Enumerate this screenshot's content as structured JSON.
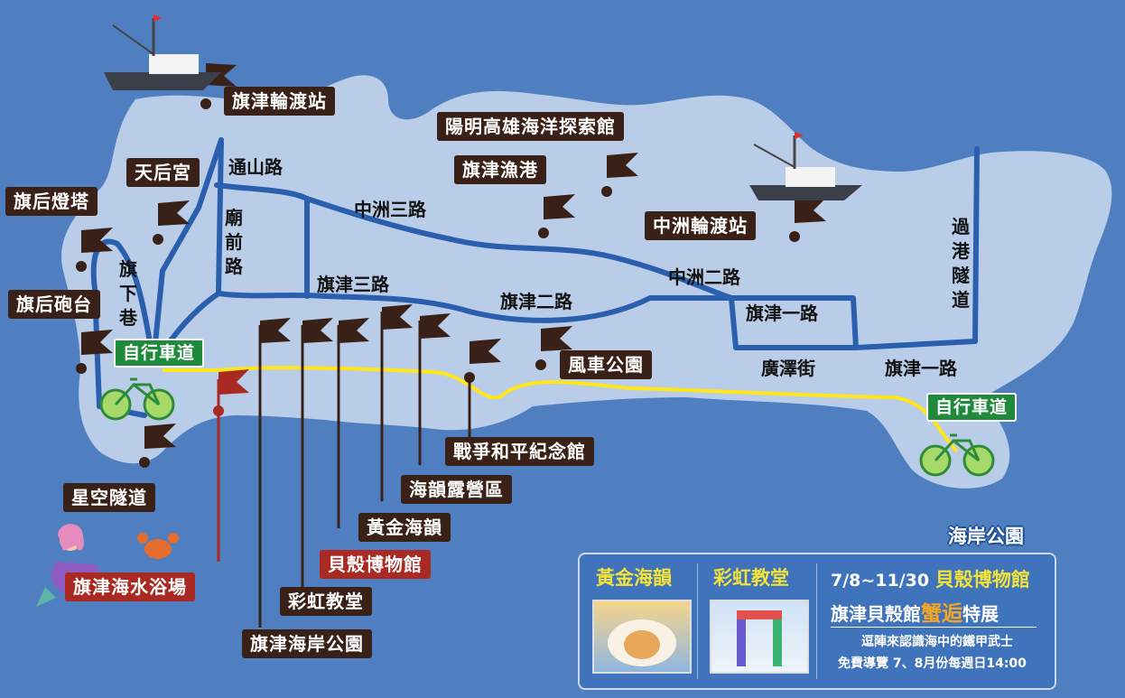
{
  "colors": {
    "sea": "#4f7fc0",
    "land": "#b9cde8",
    "road": "#2a5fae",
    "bike_path": "#ffe619",
    "label_bg": "#3a2117",
    "label_red": "#a92a23",
    "bike_label": "#1f8a3b"
  },
  "places": {
    "ferry_qijin": "旗津輪渡站",
    "yangming": "陽明高雄海洋探索館",
    "tianhou": "天后宮",
    "fishing_port": "旗津漁港",
    "lighthouse": "旗后燈塔",
    "zhongzhou_ferry": "中洲輪渡站",
    "fort": "旗后砲台",
    "windmill": "風車公園",
    "war_memorial": "戰爭和平紀念館",
    "camping": "海韻露營區",
    "golden": "黃金海韻",
    "shell_museum": "貝殼博物館",
    "starry_tunnel": "星空隧道",
    "beach": "旗津海水浴場",
    "rainbow": "彩虹教堂",
    "coast_park": "旗津海岸公園"
  },
  "roads": {
    "tongshan": "通山路",
    "zhongzhou3": "中洲三路",
    "miaoqian": "廟前路",
    "qixia": "旗下巷",
    "qijin3": "旗津三路",
    "qijin2": "旗津二路",
    "zhongzhou2": "中洲二路",
    "qijin1_a": "旗津一路",
    "qijin1_b": "旗津一路",
    "guangze": "廣澤街",
    "tunnel": "過港隧道"
  },
  "bike": {
    "left": "自行車道",
    "right": "自行車道"
  },
  "info": {
    "coast_park_title": "海岸公園",
    "golden_title": "黃金海韻",
    "rainbow_title": "彩虹教堂",
    "event_line1_date": "7/8~11/30 ",
    "event_line1_place": "貝殼博物館",
    "event_line2_a": "旗津貝殼館",
    "event_line2_b": "蟹逅",
    "event_line2_c": "特展",
    "event_line3": "逗陣來認識海中的鐵甲武士",
    "event_line4": "免費導覽 7、8月份每週日14:00"
  }
}
